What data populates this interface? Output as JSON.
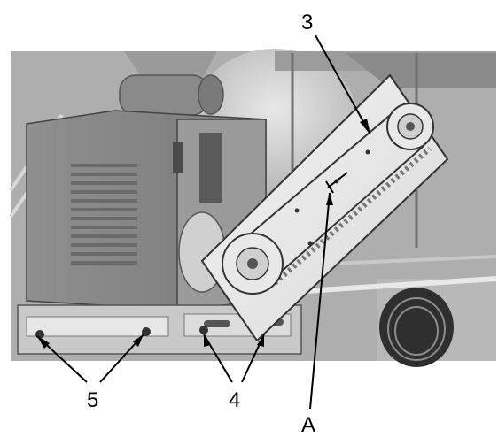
{
  "figure": {
    "callouts": {
      "belt": "3",
      "mount_bolts_left": "5",
      "mount_bolts_right": "4",
      "belt_deflection_point": "A"
    }
  }
}
